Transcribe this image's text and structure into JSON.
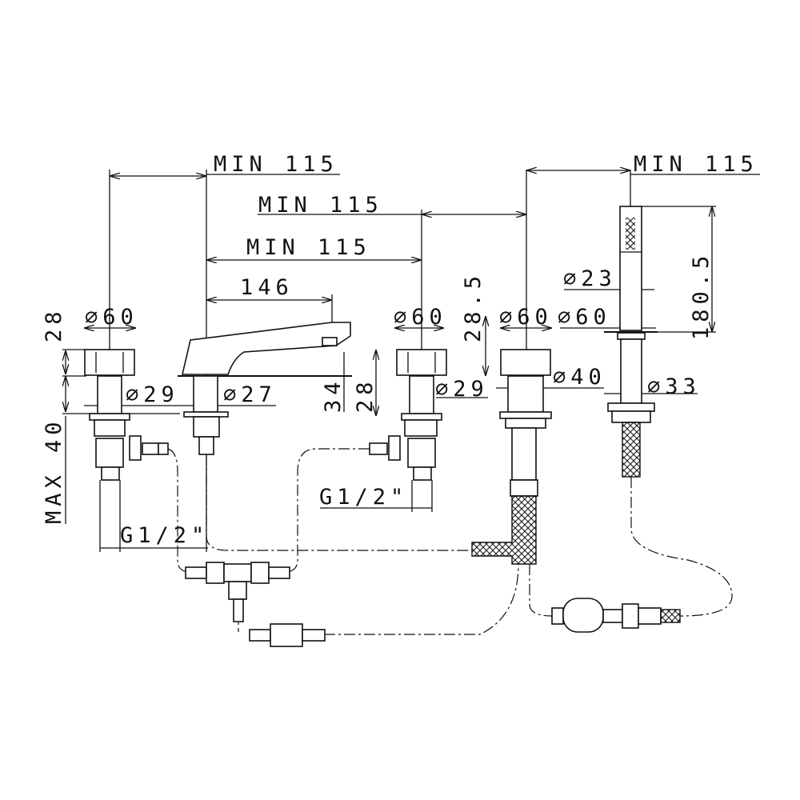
{
  "drawing": {
    "colors": {
      "ink": "#111111",
      "paper": "#ffffff"
    },
    "dimensions": {
      "min_top_left": "MIN 115",
      "min_mid_upper": "MIN 115",
      "min_mid_lower": "MIN 115",
      "spout_length": "146",
      "min_top_right": "MIN 115",
      "left_handle_dia": "⌀60",
      "left_handle_height": "28",
      "left_stem_dia": "⌀29",
      "spout_base_dia": "⌀27",
      "spout_height": "34",
      "spout_base_height": "28",
      "right_handle_dia": "⌀60",
      "right_stem_dia": "⌀29",
      "diverter_height": "28.5",
      "diverter_dia": "⌀60",
      "holder_dia": "⌀60",
      "diverter_stem_dia": "⌀40",
      "shower_dia": "⌀23",
      "shower_length": "180.5",
      "holder_stem_dia": "⌀33",
      "max_deck": "MAX 40",
      "thread_left": "G1/2\"",
      "thread_right": "G1/2\""
    }
  }
}
